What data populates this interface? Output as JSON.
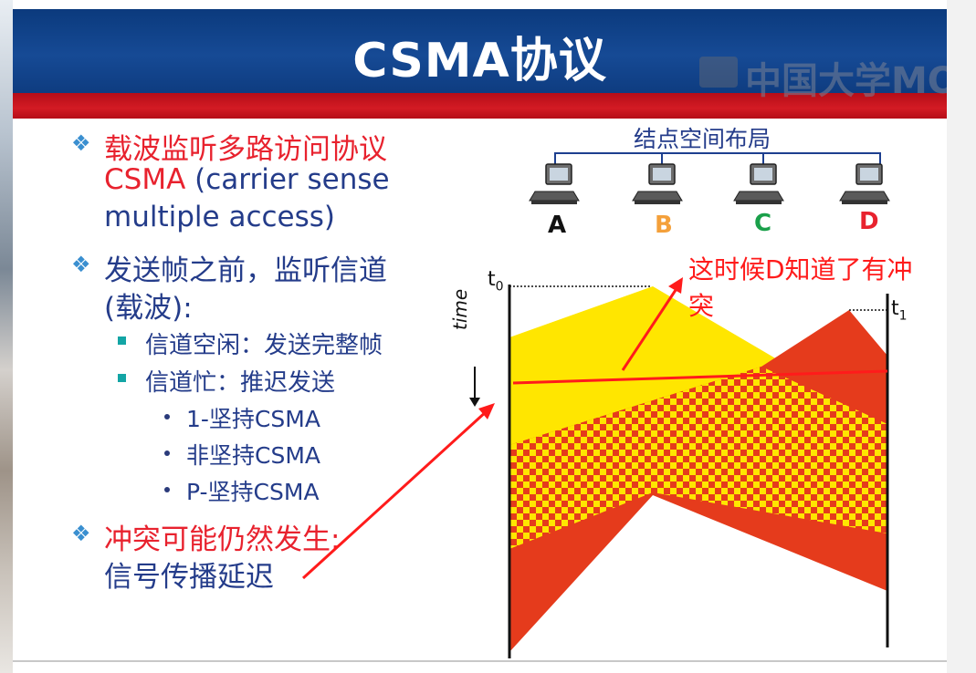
{
  "slide": {
    "title": "CSMA协议",
    "watermark": "中国大学MOOC"
  },
  "bullets": {
    "b1_line1": "载波监听多路访问协议",
    "b1_line2_red": "CSMA",
    "b1_line2_rest": " (carrier sense",
    "b1_line3": "multiple access)",
    "b2_line1": "发送帧之前，监听信道",
    "b2_line2": "(载波):",
    "sub1": "信道空闲：发送完整帧",
    "sub2": "信道忙：推迟发送",
    "subsub1": "1-坚持CSMA",
    "subsub2": "非坚持CSMA",
    "subsub3": "P-坚持CSMA",
    "b3_line1": "冲突可能仍然发生:",
    "b3_line2": "信号传播延迟"
  },
  "diagram": {
    "layout_title": "结点空间布局",
    "nodes": [
      {
        "label": "A",
        "color": "#111111"
      },
      {
        "label": "B",
        "color": "#f4a03a"
      },
      {
        "label": "C",
        "color": "#1aa04a"
      },
      {
        "label": "D",
        "color": "#e8222e"
      }
    ],
    "t0_label": "t",
    "t0_sub": "0",
    "t1_label": "t",
    "t1_sub": "1",
    "time_label": "time",
    "colors": {
      "yellow": "#ffe600",
      "orange_red": "#e53b1c",
      "line_red": "#ff1b1b"
    }
  },
  "annotation": {
    "line1": "这时候D知道了有冲",
    "line2": "突"
  }
}
